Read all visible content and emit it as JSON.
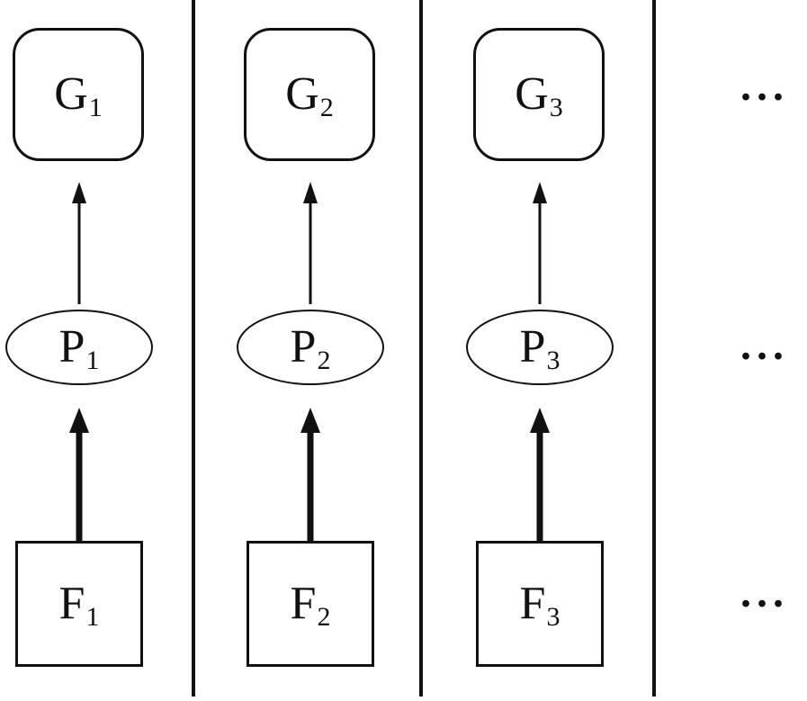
{
  "colors": {
    "stroke": "#111111",
    "background": "#ffffff"
  },
  "columns": [
    {
      "g_main": "G",
      "g_sub": "1",
      "p_main": "P",
      "p_sub": "1",
      "f_main": "F",
      "f_sub": "1"
    },
    {
      "g_main": "G",
      "g_sub": "2",
      "p_main": "P",
      "p_sub": "2",
      "f_main": "F",
      "f_sub": "2"
    },
    {
      "g_main": "G",
      "g_sub": "3",
      "p_main": "P",
      "p_sub": "3",
      "f_main": "F",
      "f_sub": "3"
    }
  ],
  "ellipsis": {
    "g_row": "...",
    "p_row": "...",
    "f_row": "..."
  }
}
